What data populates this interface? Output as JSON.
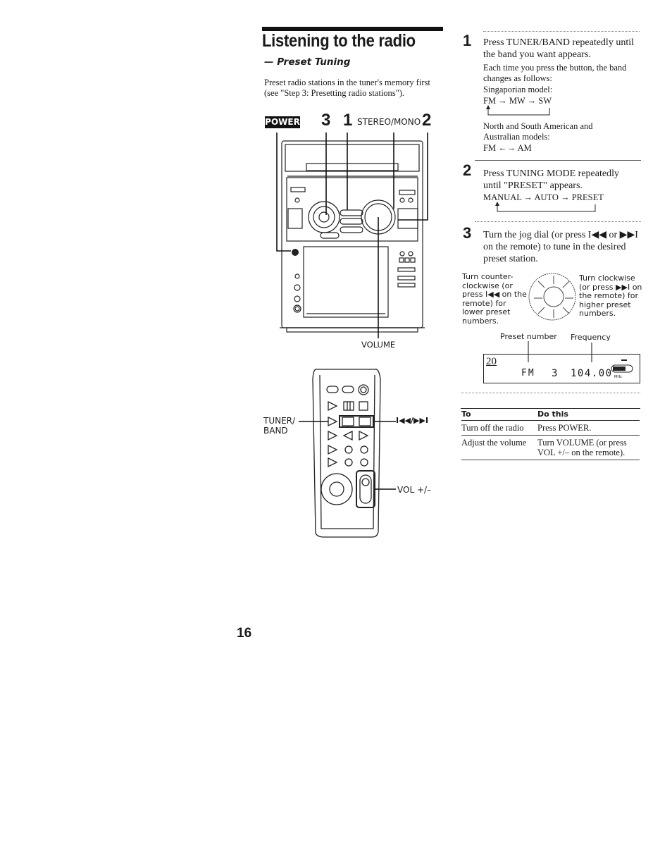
{
  "header": {
    "title": "Listening to the radio",
    "subtitle": "— Preset Tuning",
    "intro": "Preset radio stations in the tuner's memory first (see \"Step 3: Presetting radio stations\")."
  },
  "figure": {
    "power_label": "POWER",
    "callout_3": "3",
    "callout_1": "1",
    "stereo_mono": "STEREO/MONO",
    "callout_2": "2",
    "volume": "VOLUME",
    "tuner_band_line1": "TUNER/",
    "tuner_band_line2": "BAND",
    "prev_next": "I◀◀/▶▶I",
    "vol_pm": "VOL +/–"
  },
  "steps": [
    {
      "number": "1",
      "text": "Press TUNER/BAND repeatedly until the band you want appears.",
      "note": "Each time you press the button, the band changes as follows:",
      "model1": "Singaporian model:",
      "seq1": "FM → MW → SW",
      "model2": "North and South American and Australian models:",
      "seq2": "FM ←→ AM"
    },
    {
      "number": "2",
      "text": "Press TUNING MODE repeatedly until \"PRESET\" appears.",
      "seq": "MANUAL → AUTO → PRESET"
    },
    {
      "number": "3",
      "text_a": "Turn the jog dial (or press I◀◀ or",
      "text_b": "▶▶I on the remote) to tune in the desired preset station."
    }
  ],
  "jog": {
    "left_text": "Turn counter-clockwise (or press I◀◀ on the remote) for lower preset numbers.",
    "right_text": "Turn clockwise (or press ▶▶I on the remote) for higher preset numbers."
  },
  "display": {
    "preset_label": "Preset number",
    "frequency_label": "Frequency",
    "preset_icon": "20",
    "band": "FM",
    "preset_number": "3",
    "frequency": "104.00",
    "unit": "MHz"
  },
  "table": {
    "col1": "To",
    "col2": "Do this",
    "rows": [
      {
        "to": "Turn off the radio",
        "do": "Press POWER."
      },
      {
        "to": "Adjust the volume",
        "do": "Turn VOLUME (or press VOL +/– on the remote)."
      }
    ]
  },
  "page_number": "16"
}
